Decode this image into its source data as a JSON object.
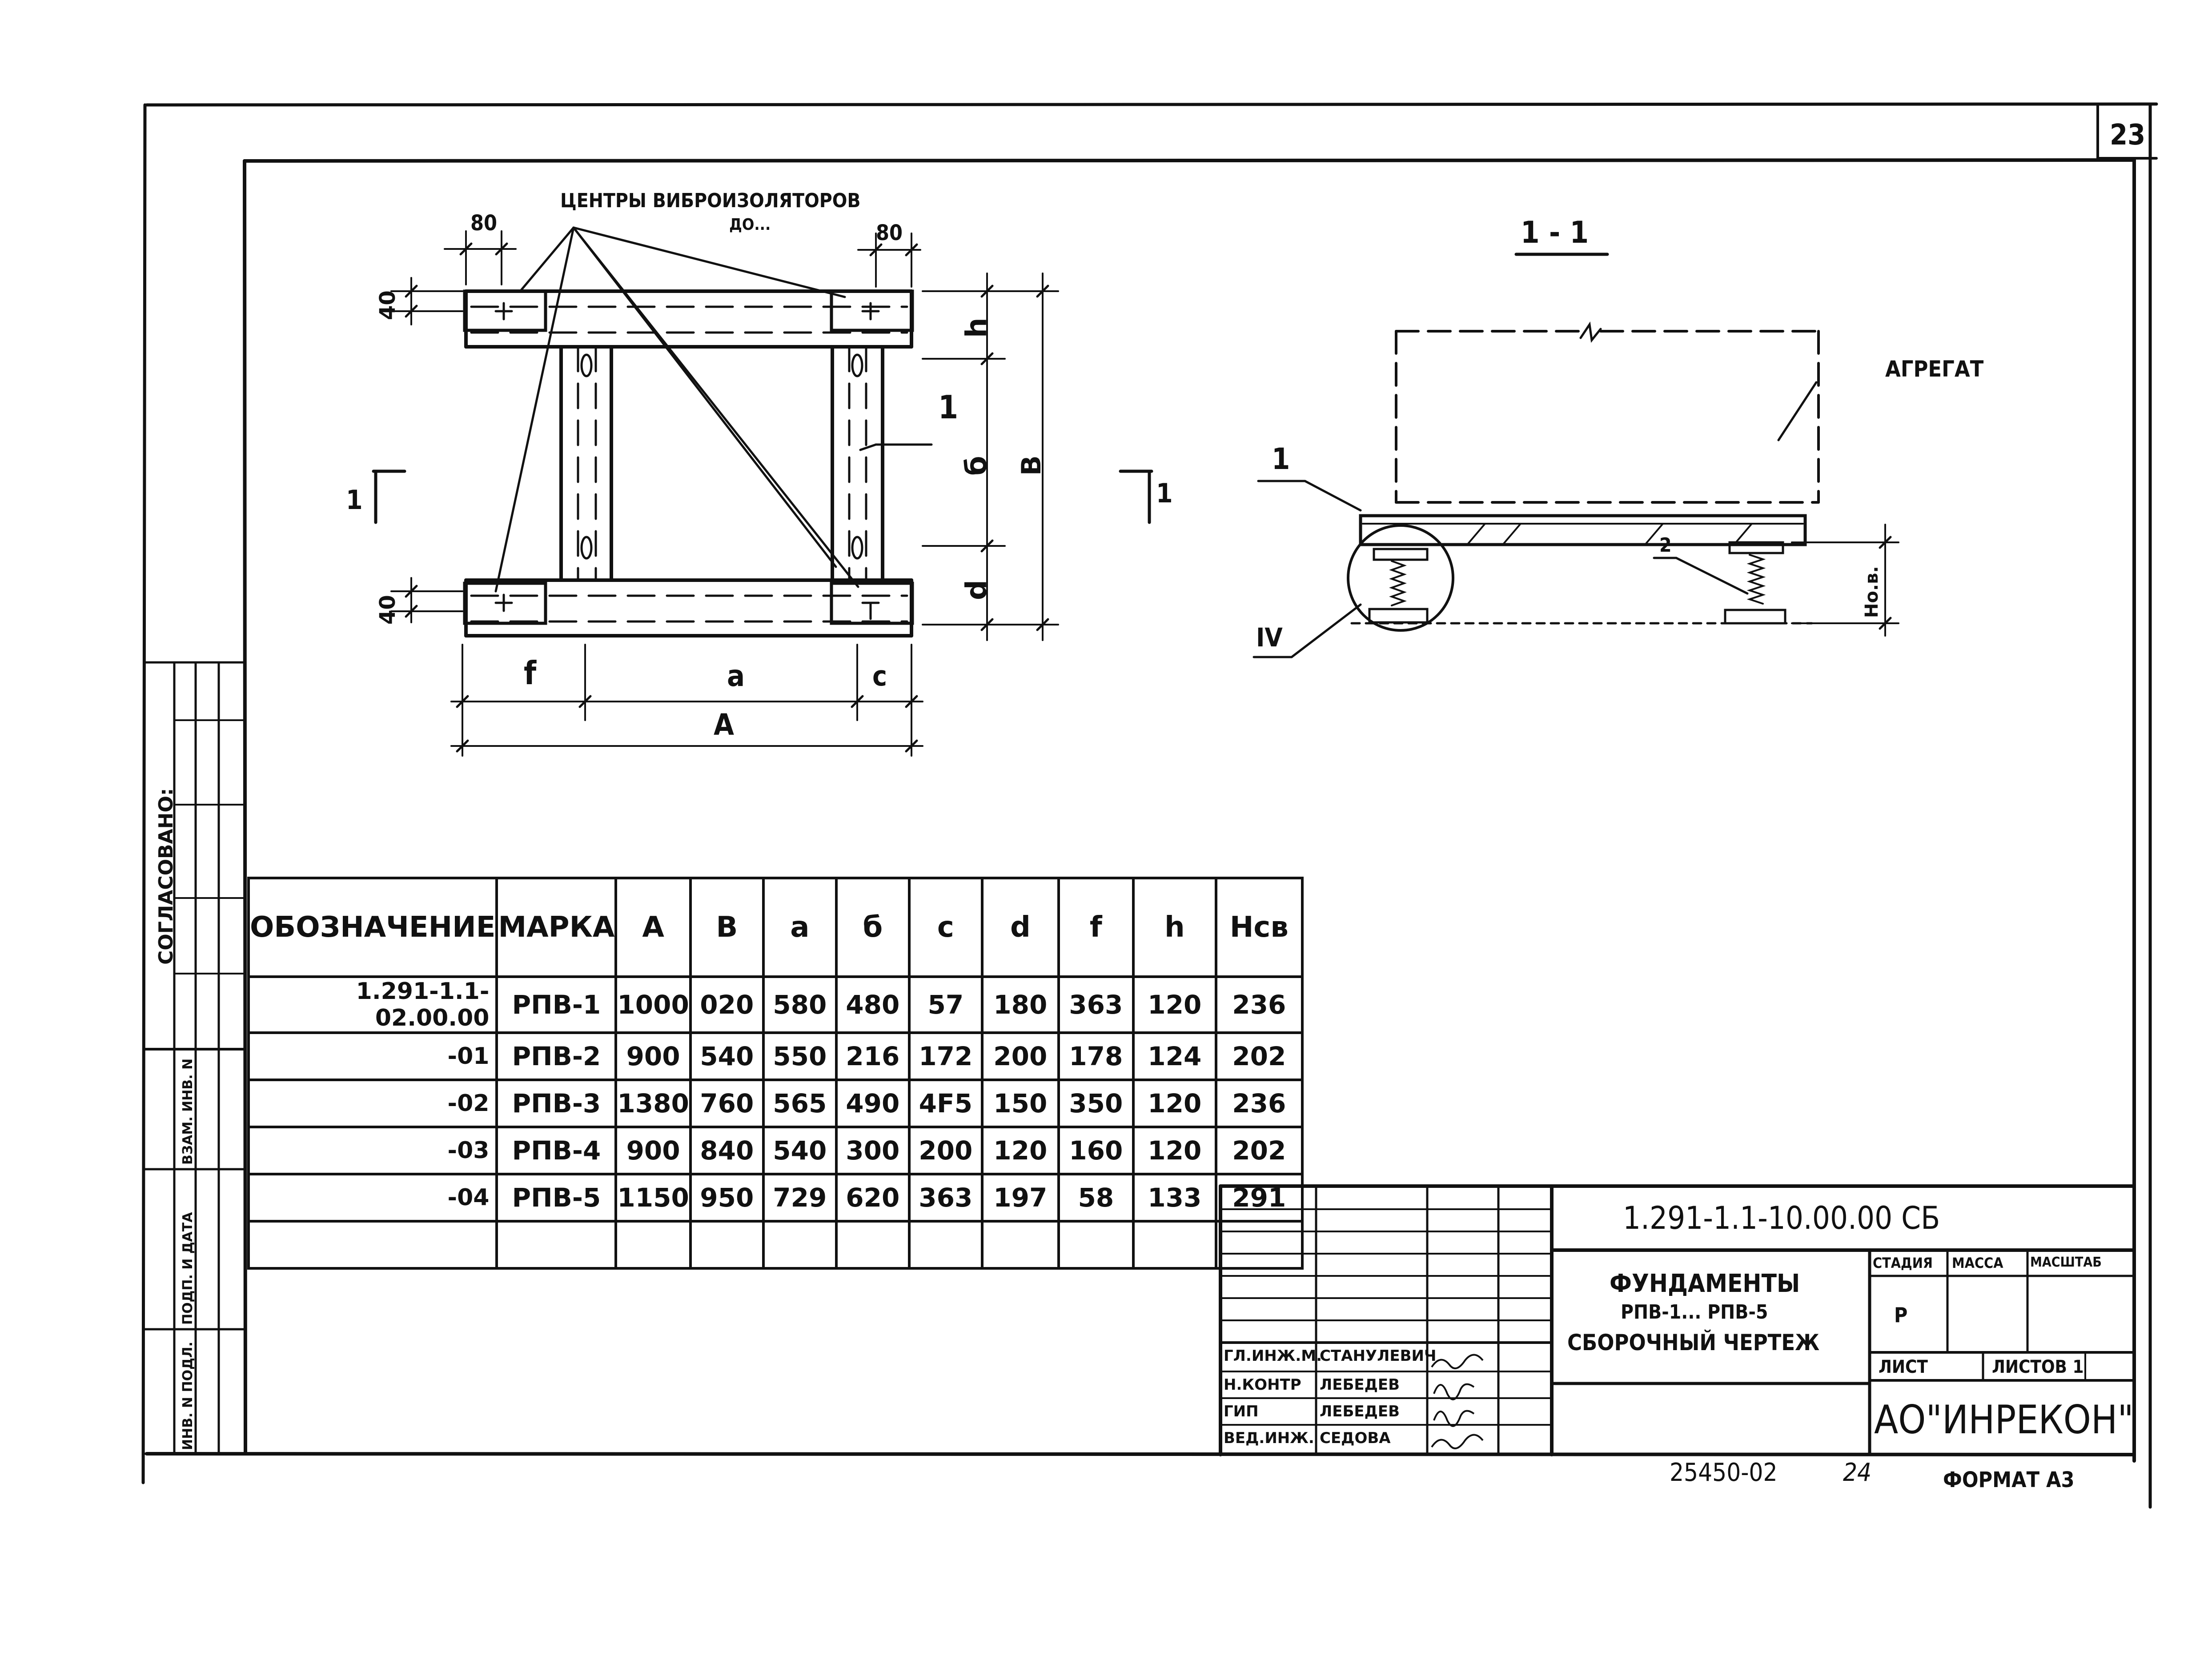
{
  "sheet_number": "23",
  "plan": {
    "callout": "ЦЕНТРЫ ВИБРОИЗОЛЯТОРОВ",
    "callout_sub": "ДО...",
    "dim_80_left": "80",
    "dim_80_right": "80",
    "dim_40_top": "40",
    "dim_40_bottom": "40",
    "dim_h": "h",
    "dim_b_small": "б",
    "dim_B": "B",
    "dim_d": "d",
    "dim_f": "f",
    "dim_a": "a",
    "dim_c": "c",
    "dim_A": "A",
    "leader_1": "1",
    "section_mark_left": "1",
    "section_mark_right": "1"
  },
  "section": {
    "title": "1 - 1",
    "unit_label": "АГРЕГАТ",
    "leader_1": "1",
    "leader_2": "2",
    "node": "IV",
    "dim_hov": "Hо.в."
  },
  "table": {
    "headers": [
      "ОБОЗНАЧЕНИЕ",
      "МАРКА",
      "A",
      "B",
      "a",
      "б",
      "c",
      "d",
      "f",
      "h",
      "Hсв"
    ],
    "rows": [
      [
        "1.291-1.1-02.00.00",
        "РПВ-1",
        "1000",
        "020",
        "580",
        "480",
        "57",
        "180",
        "363",
        "120",
        "236"
      ],
      [
        "-01",
        "РПВ-2",
        "900",
        "540",
        "550",
        "216",
        "172",
        "200",
        "178",
        "124",
        "202"
      ],
      [
        "-02",
        "РПВ-3",
        "1380",
        "760",
        "565",
        "490",
        "4F5",
        "150",
        "350",
        "120",
        "236"
      ],
      [
        "-03",
        "РПВ-4",
        "900",
        "840",
        "540",
        "300",
        "200",
        "120",
        "160",
        "120",
        "202"
      ],
      [
        "-04",
        "РПВ-5",
        "1150",
        "950",
        "729",
        "620",
        "363",
        "197",
        "58",
        "133",
        "291"
      ],
      [
        "",
        "",
        "",
        "",
        "",
        "",
        "",
        "",
        "",
        "",
        ""
      ]
    ]
  },
  "side_stamp": {
    "agreed": "СОГЛАСОВАНО:",
    "col1": "ИНВ. N ПОДЛ.",
    "col2": "ПОДП. И ДАТА",
    "col3": "ВЗАМ. ИНВ. N"
  },
  "title_block": {
    "doc_code": "1.291-1.1-10.00.00 СБ",
    "name_line1": "ФУНДАМЕНТЫ",
    "name_line2": "РПВ-1... РПВ-5",
    "name_line3": "СБОРОЧНЫЙ ЧЕРТЕЖ",
    "stage_label": "СТАДИЯ",
    "mass_label": "МАССА",
    "scale_label": "МАСШТАБ",
    "stage_value": "Р",
    "sheet_label": "ЛИСТ",
    "sheets_label": "ЛИСТОВ 1",
    "company": "АО\"ИНРЕКОН\"",
    "staff": [
      {
        "role": "ГЛ.ИНЖ.М.",
        "name": "СТАНУЛЕВИЧ",
        "sign": "Сто"
      },
      {
        "role": "Н.КОНТР",
        "name": "ЛЕБЕДЕВ",
        "sign": "Леб"
      },
      {
        "role": "ГИП",
        "name": "ЛЕБЕДЕВ",
        "sign": "Леб"
      },
      {
        "role": "ВЕД.ИНЖ.",
        "name": "СЕДОВА",
        "sign": "Сед"
      }
    ]
  },
  "footer": {
    "archive": "25450-02",
    "page": "24",
    "format": "ФОРМАТ А3"
  }
}
